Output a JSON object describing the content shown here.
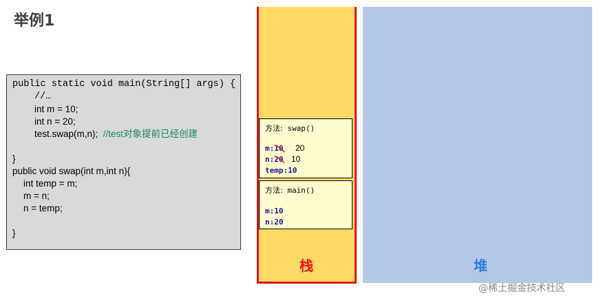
{
  "title": "举例1",
  "code": {
    "line1": "public static void main(String[] args) {",
    "line2": "//…",
    "line3": "int m = 10;",
    "line4": "int n = 20;",
    "line5_code": "test.swap(m,n);",
    "line5_comment": "//test对象提前已经创建",
    "line6": "}",
    "line7": "public void swap(int m,int n){",
    "line8": "int temp = m;",
    "line9": "m = n;",
    "line10": "n = temp;",
    "line11": "}"
  },
  "stack": {
    "label": "栈",
    "frames": {
      "swap": {
        "title_cn": "方法:",
        "title_name": "swap()",
        "m_label": "m:",
        "m_old": "10",
        "m_new": "20",
        "n_label": "n:",
        "n_old": "20",
        "n_new": "10",
        "temp": "temp:10"
      },
      "main": {
        "title_cn": "方法:",
        "title_name": "main()",
        "m": "m:10",
        "n": "n:20"
      }
    }
  },
  "heap": {
    "label": "堆"
  },
  "watermark": "@稀土掘金技术社区",
  "colors": {
    "stack_bg": "#ffd966",
    "stack_border": "#ee1111",
    "heap_bg": "#b4c7e7",
    "frame_bg": "#fffdd0",
    "comment": "#178a4f",
    "var_text": "#1a1a8c"
  }
}
